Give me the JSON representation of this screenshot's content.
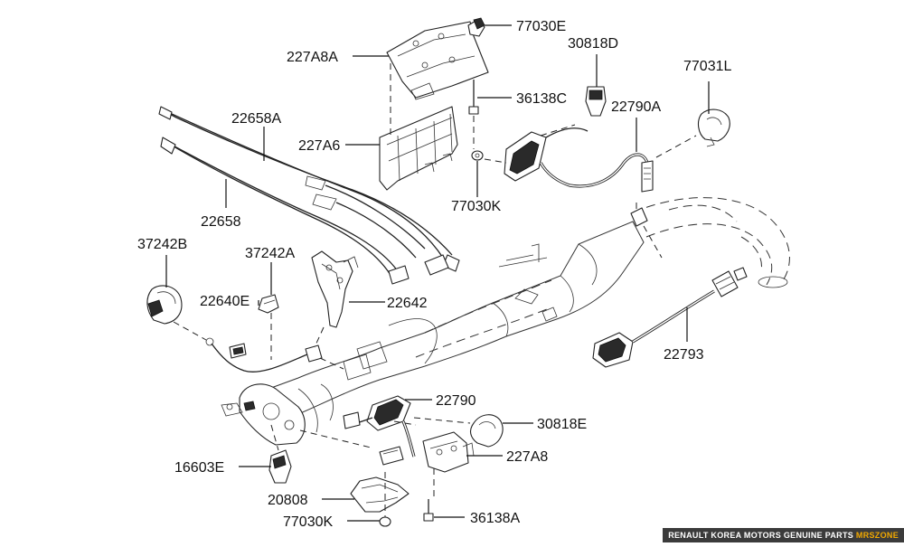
{
  "labels": {
    "l_77030E": "77030E",
    "l_30818D": "30818D",
    "l_227A8A": "227A8A",
    "l_77031L": "77031L",
    "l_36138C": "36138C",
    "l_22790A": "22790A",
    "l_22658A": "22658A",
    "l_227A6": "227A6",
    "l_77030K_top": "77030K",
    "l_22658": "22658",
    "l_37242B": "37242B",
    "l_37242A": "37242A",
    "l_22640E": "22640E",
    "l_22642": "22642",
    "l_22793": "22793",
    "l_22790": "22790",
    "l_30818E": "30818E",
    "l_227A8": "227A8",
    "l_16603E": "16603E",
    "l_20808": "20808",
    "l_77030K_bottom": "77030K",
    "l_36138A": "36138A"
  },
  "watermark": {
    "text": "RENAULT KOREA MOTORS GENUINE PARTS",
    "accent": "MRSZONE"
  },
  "colors": {
    "background": "#ffffff",
    "line": "#111111",
    "watermark_bg": "#3b3b3b",
    "watermark_accent": "#f2a900"
  }
}
